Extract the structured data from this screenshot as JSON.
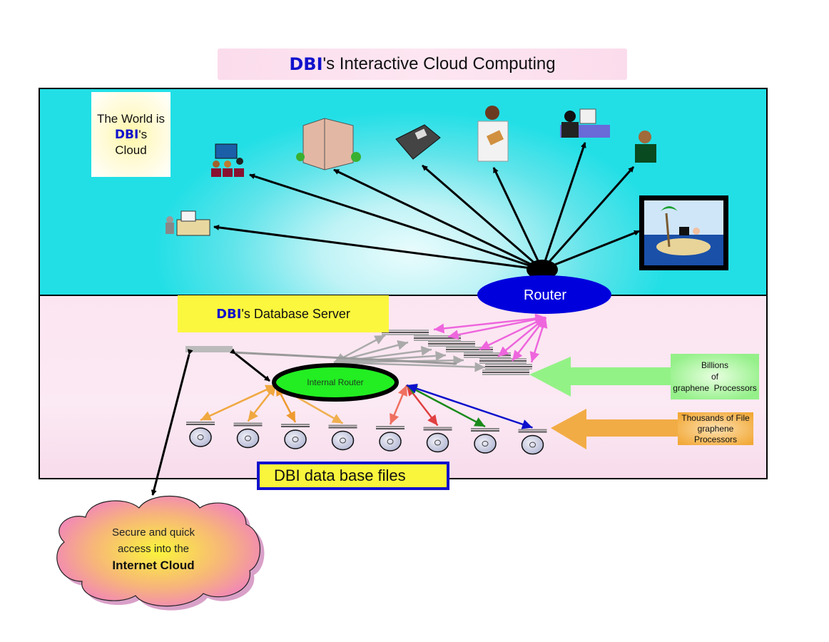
{
  "title": {
    "brand": "DBI",
    "rest": "'s Interactive Cloud Computing"
  },
  "world_note": {
    "line1": "The World is",
    "brand": "DBI",
    "suffix": "'s",
    "line3": "Cloud"
  },
  "router": {
    "label": "Router"
  },
  "internal_router": {
    "label": "Internal Router"
  },
  "db_server": {
    "brand": "DBI",
    "rest": "'s Database Server"
  },
  "db_files": {
    "label": "DBI data base files"
  },
  "billions": {
    "line1": "Billions",
    "line2": "of",
    "line3": "graphene  Processors"
  },
  "thousands": {
    "line1": "Thousands of File",
    "line2": "graphene",
    "line3": "Processors"
  },
  "internet_cloud": {
    "line1": "Secure and quick",
    "line2": "access into the",
    "line3": "Internet Cloud"
  },
  "endpoints": [
    {
      "name": "workstation-user",
      "icon": "desk-computer-icon"
    },
    {
      "name": "presentation-audience",
      "icon": "presentation-icon"
    },
    {
      "name": "office-building",
      "icon": "building-icon"
    },
    {
      "name": "telephone",
      "icon": "phone-icon"
    },
    {
      "name": "doctor",
      "icon": "doctor-icon"
    },
    {
      "name": "computer-user",
      "icon": "computer-user-icon"
    },
    {
      "name": "businesswoman-on-phone",
      "icon": "businesswoman-icon"
    },
    {
      "name": "island-remote-worker",
      "icon": "island-icon"
    }
  ],
  "disk_count": 8,
  "disk_arrow_colors": [
    "#f0a840",
    "#f0a840",
    "#ee9a30",
    "#f0b050",
    "#ef7060",
    "#e04040",
    "#1a8a1a",
    "#0b10cc"
  ],
  "colors": {
    "brand": "#1111cc",
    "router": "#0000dd",
    "internal_router": "#22ee22",
    "pink_arrow": "#ee66dd",
    "gray_arrow": "#aaaaaa"
  }
}
